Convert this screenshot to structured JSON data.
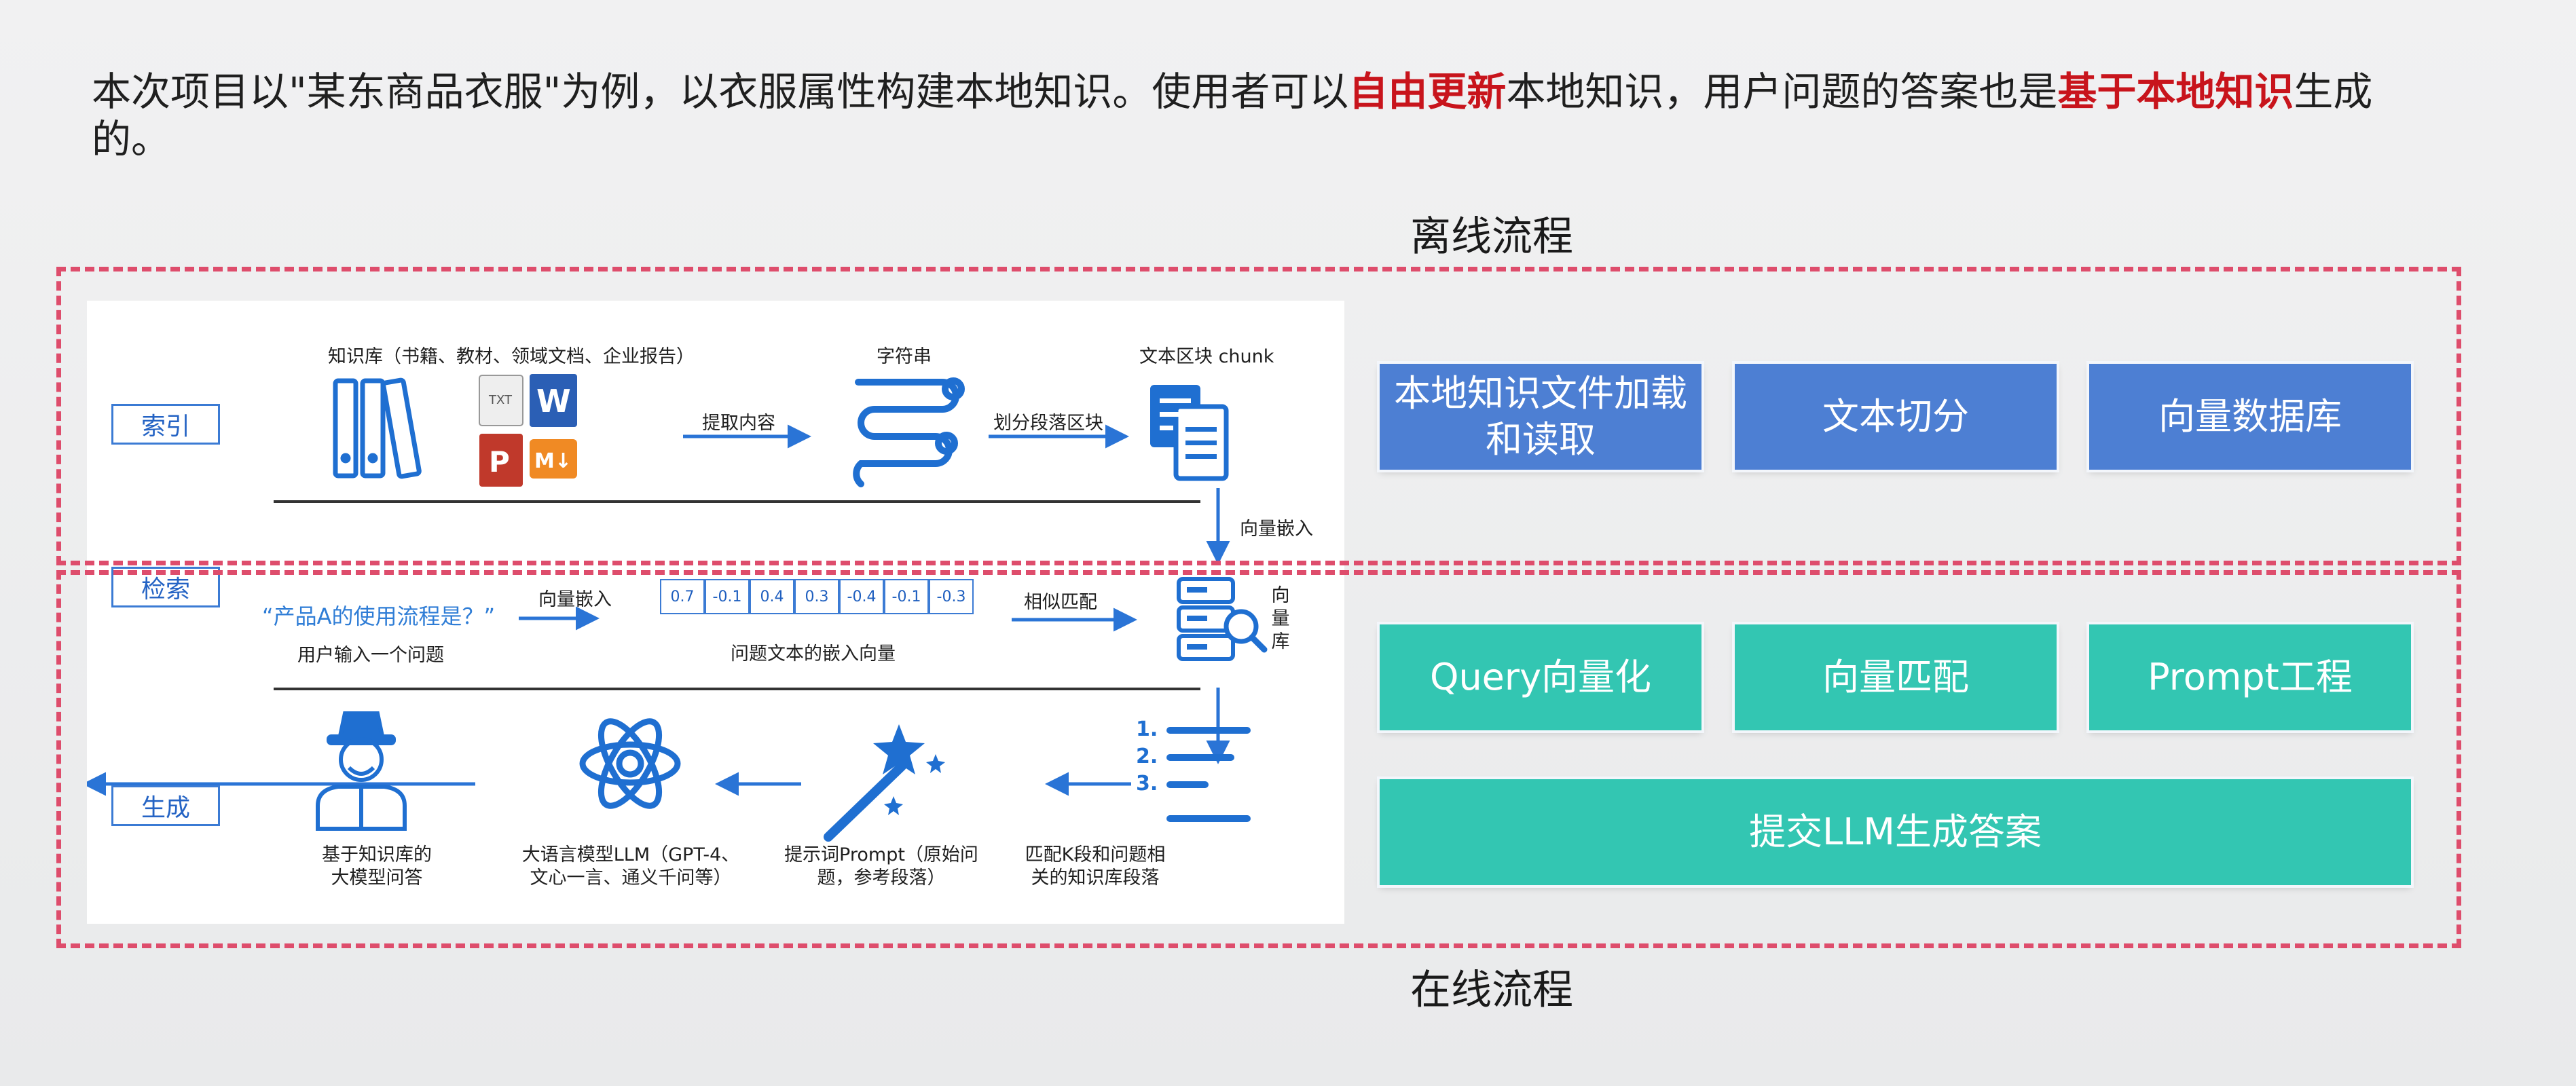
{
  "intro": {
    "part1": "本次项目以\"某东商品衣服\"为例，以衣服属性构建本地知识。使用者可以",
    "highlight1": "自由更新",
    "part2": "本地知识，用户问题的答案也是",
    "highlight2": "基于本地知识",
    "part3": "生成的。"
  },
  "offline_title": "离线流程",
  "online_title": "在线流程",
  "diagram": {
    "labels": {
      "index": "索引",
      "retrieve": "检索",
      "generate": "生成"
    },
    "knowledge_base": "知识库（书籍、教材、领域文档、企业报告）",
    "file_badges": [
      "TXT",
      "W",
      "P",
      "M↓"
    ],
    "extract": "提取内容",
    "string": "字符串",
    "split": "划分段落区块",
    "chunk": "文本区块 chunk",
    "embed_down": "向量嵌入",
    "query": "“产品A的使用流程是？”",
    "user_input": "用户输入一个问题",
    "embed_query": "向量嵌入",
    "vector": [
      "0.7",
      "-0.1",
      "0.4",
      "0.3",
      "-0.4",
      "-0.1",
      "-0.3"
    ],
    "query_vector": "问题文本的嵌入向量",
    "similar_match": "相似匹配",
    "vector_db": "向量库",
    "list_numbers": [
      "1.",
      "2.",
      "3."
    ],
    "matched": "匹配K段和问题相关的知识库段落",
    "prompt": "提示词Prompt（原始问题，参考段落）",
    "llm": "大语言模型LLM（GPT-4、文心一言、通义千问等）",
    "answer": "基于知识库的大模型问答"
  },
  "offline_blocks": [
    "本地知识文件加载和读取",
    "文本切分",
    "向量数据库"
  ],
  "online_blocks": [
    "Query向量化",
    "向量匹配",
    "Prompt工程"
  ],
  "submit_block": "提交LLM生成答案",
  "colors": {
    "highlight": "#c8141c",
    "dash": "#de4d6c",
    "diagram_blue": "#1f6fd1",
    "block_blue": "#4d7fd3",
    "block_teal": "#33c6b2"
  }
}
